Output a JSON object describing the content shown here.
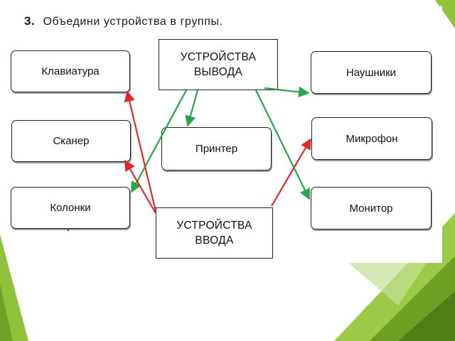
{
  "task": {
    "number": "3.",
    "text": "Объедини устройства в группы."
  },
  "groups": {
    "output": "УСТРОЙСТВА ВЫВОДА",
    "input": "УСТРОЙСТВА ВВОДА"
  },
  "devices": {
    "keyboard": "Клавиатура",
    "scanner": "Сканер",
    "speakers": "Колонки",
    "printer": "Принтер",
    "headphones": "Наушники",
    "microphone": "Микрофон",
    "monitor": "Монитор"
  },
  "connections": {
    "output": [
      "Наушники",
      "Принтер",
      "Колонки",
      "Монитор"
    ],
    "input": [
      "Клавиатура",
      "Сканер",
      "Микрофон"
    ]
  },
  "colors": {
    "output_arrow": "#22a84a",
    "input_arrow": "#e0272b",
    "slide_green": "#86b832",
    "slide_green_dark": "#5f8f1e"
  }
}
